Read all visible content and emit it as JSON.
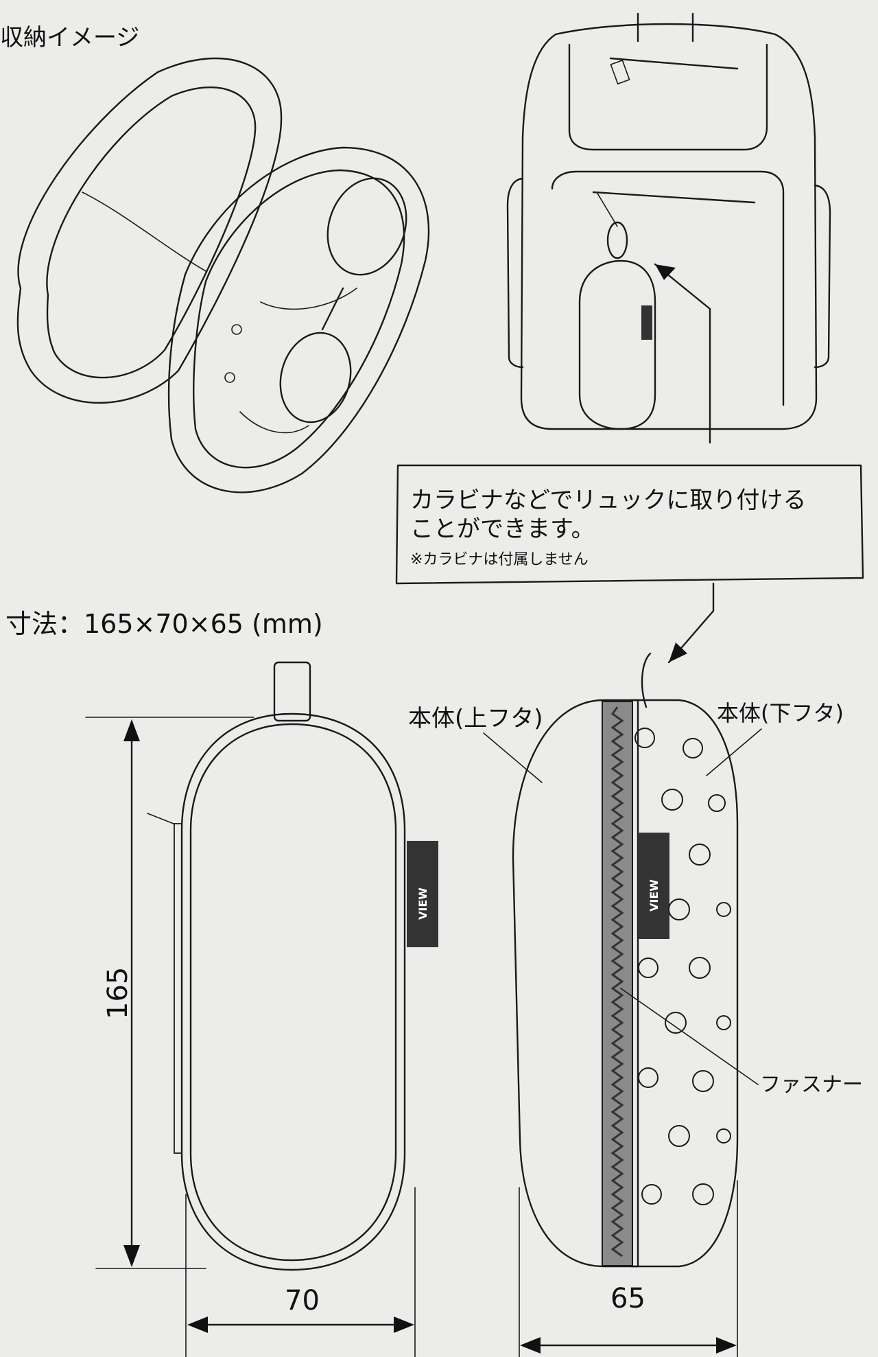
{
  "storage_image_label": "収納イメージ",
  "callout": {
    "line1": "カラビナなどでリュックに取り付ける",
    "line2": "ことができます。",
    "note": "※カラビナは付属しません"
  },
  "dimensions_label": "寸法：165×70×65 (mm)",
  "dim_height": "165",
  "dim_width": "70",
  "dim_depth": "65",
  "label_upper_lid": "本体(上フタ)",
  "label_lower_lid": "本体(下フタ)",
  "label_zipper": "ファスナー",
  "brand_logo": "VIEW",
  "colors": {
    "paper": "#ececea",
    "ink": "#1a1a1a",
    "zipper": "#8a8a8a",
    "tag": "#333333"
  }
}
